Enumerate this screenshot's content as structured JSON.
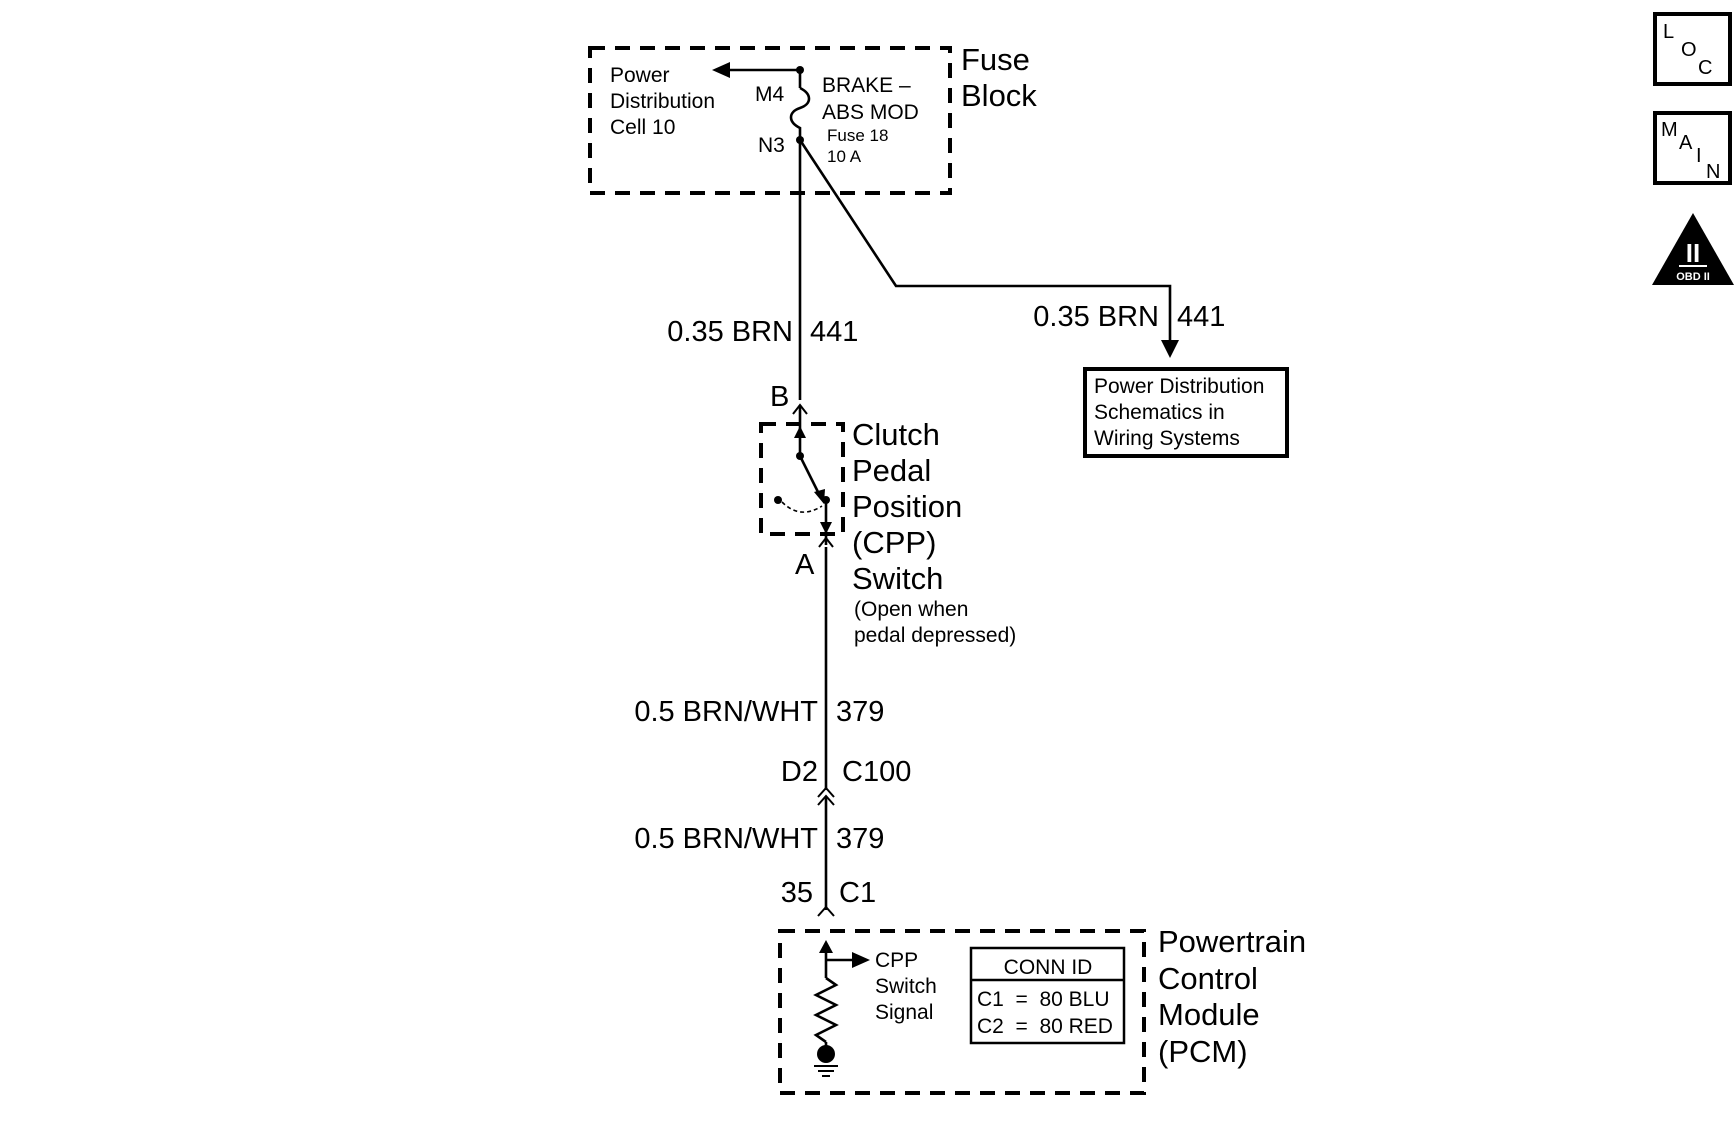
{
  "fuse_block": {
    "title_line1": "Fuse",
    "title_line2": "Block",
    "pd_line1": "Power",
    "pd_line2": "Distribution",
    "pd_line3": "Cell 10",
    "pin_top": "M4",
    "pin_bottom": "N3",
    "fuse_name_line1": "BRAKE –",
    "fuse_name_line2": "ABS MOD",
    "fuse_number": "Fuse 18",
    "fuse_rating": "10 A"
  },
  "wire_441_main": {
    "gauge_color": "0.35 BRN",
    "circuit": "441"
  },
  "wire_441_branch": {
    "gauge_color": "0.35 BRN",
    "circuit": "441"
  },
  "power_dist_ref": {
    "line1": "Power Distribution",
    "line2": "Schematics in",
    "line3": "Wiring Systems"
  },
  "cpp_switch": {
    "pin_top": "B",
    "pin_bottom": "A",
    "name_line1": "Clutch",
    "name_line2": "Pedal",
    "name_line3": "Position",
    "name_line4": "(CPP)",
    "name_line5": "Switch",
    "note_line1": "(Open when",
    "note_line2": "pedal depressed)"
  },
  "wire_379_upper": {
    "gauge_color": "0.5 BRN/WHT",
    "circuit": "379"
  },
  "connector_c100": {
    "pin": "D2",
    "name": "C100"
  },
  "wire_379_lower": {
    "gauge_color": "0.5 BRN/WHT",
    "circuit": "379"
  },
  "pcm_connector": {
    "pin": "35",
    "name": "C1"
  },
  "pcm": {
    "name_line1": "Powertrain",
    "name_line2": "Control",
    "name_line3": "Module",
    "name_line4": "(PCM)",
    "signal_line1": "CPP",
    "signal_line2": "Switch",
    "signal_line3": "Signal",
    "conn_id_header": "CONN ID",
    "conn_c1": "C1  =  80 BLU",
    "conn_c2": "C2  =  80 RED"
  },
  "nav_icons": {
    "loc": {
      "l1": "L",
      "l2": "O",
      "l3": "C"
    },
    "main": {
      "l1": "M",
      "l2": "A",
      "l3": "I",
      "l4": "N"
    },
    "obd": {
      "numeral": "II",
      "label": "OBD II"
    }
  }
}
